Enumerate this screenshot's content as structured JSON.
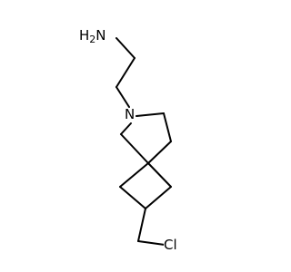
{
  "molecule": {
    "atoms": {
      "amine_h": "H",
      "amine_h_count": "2",
      "amine_n": "N",
      "ring_n": "N",
      "chlorine": "Cl"
    },
    "colors": {
      "bond": "#000000",
      "label": "#000000",
      "background": "#ffffff"
    }
  }
}
